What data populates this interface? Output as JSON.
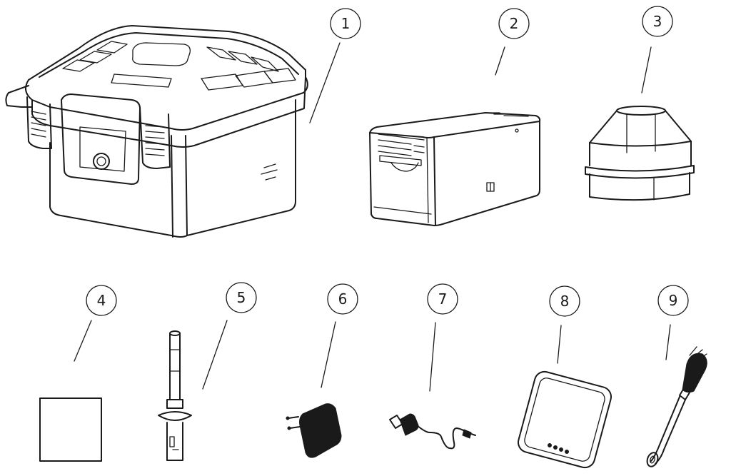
{
  "callouts": [
    {
      "number": "1"
    },
    {
      "number": "2"
    },
    {
      "number": "3"
    },
    {
      "number": "4"
    },
    {
      "number": "5"
    },
    {
      "number": "6"
    },
    {
      "number": "7"
    },
    {
      "number": "8"
    },
    {
      "number": "9"
    }
  ],
  "colors": {
    "line": "#1a1a1a",
    "background": "#ffffff"
  },
  "items": [
    {
      "id": 1,
      "icon": "carrying-case-icon"
    },
    {
      "id": 2,
      "icon": "sampler-box-icon"
    },
    {
      "id": 3,
      "icon": "funnel-hood-icon"
    },
    {
      "id": 4,
      "icon": "filter-sheet-icon"
    },
    {
      "id": 5,
      "icon": "probe-tube-icon"
    },
    {
      "id": 6,
      "icon": "power-adapter-icon"
    },
    {
      "id": 7,
      "icon": "usb-cable-icon"
    },
    {
      "id": 8,
      "icon": "power-bank-icon"
    },
    {
      "id": 9,
      "icon": "cleaning-brush-icon"
    }
  ]
}
